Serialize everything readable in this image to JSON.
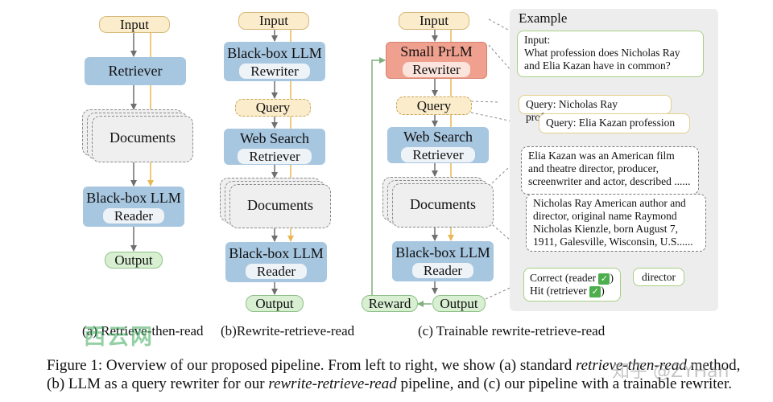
{
  "col_a": {
    "input": "Input",
    "retriever": "Retriever",
    "documents": "Documents",
    "reader_title": "Black-box LLM",
    "reader_sub": "Reader",
    "output": "Output",
    "caption": "(a) Retrieve-then-read"
  },
  "col_b": {
    "input": "Input",
    "rewriter_title": "Black-box LLM",
    "rewriter_sub": "Rewriter",
    "query": "Query",
    "retriever_title": "Web Search",
    "retriever_sub": "Retriever",
    "documents": "Documents",
    "reader_title": "Black-box LLM",
    "reader_sub": "Reader",
    "output": "Output",
    "caption": "(b)Rewrite-retrieve-read"
  },
  "col_c": {
    "input": "Input",
    "rewriter_title": "Small PrLM",
    "rewriter_sub": "Rewriter",
    "query": "Query",
    "retriever_title": "Web Search",
    "retriever_sub": "Retriever",
    "documents": "Documents",
    "reader_title": "Black-box LLM",
    "reader_sub": "Reader",
    "output": "Output",
    "reward": "Reward",
    "caption": "(c) Trainable rewrite-retrieve-read"
  },
  "example": {
    "title": "Example",
    "input_label": "Input:",
    "input_text": "What profession does Nicholas Ray and Elia Kazan have in common?",
    "query1": "Query: Nicholas Ray profession",
    "query2": "Query: Elia Kazan profession",
    "doc1": "Elia Kazan was an American film and theatre director, producer, screenwriter and actor, described ......",
    "doc2": "Nicholas Ray American author and director, original name Raymond Nicholas Kienzle, born August 7, 1911, Galesville, Wisconsin, U.S......",
    "correct": "Correct (reader",
    "hit": "Hit (retriever",
    "close_paren": ")",
    "check": "✓",
    "answer": "director"
  },
  "figure_caption": {
    "line1_prefix": "Figure 1:  Overview of our proposed pipeline. From left to right, we show (a) standard ",
    "line1_italic": "retrieve-then-read",
    "line1_suffix": " method,",
    "line2_prefix": "(b) LLM as a query rewriter for our ",
    "line2_italic": "rewrite-retrieve-read",
    "line2_suffix": " pipeline, and (c) our pipeline with a trainable rewriter."
  },
  "watermarks": {
    "left": "西云网",
    "right": "知乎 @ZYHan"
  },
  "colors": {
    "gray_arrow": "#6f6f6f",
    "gold_arrow": "#e7b854",
    "green_arrow": "#7db07a",
    "blue_box": "#a7c6e0",
    "input_fill": "#fbeccb",
    "rewriter_red": "#f0a08e",
    "output_green": "#d8efd2"
  }
}
